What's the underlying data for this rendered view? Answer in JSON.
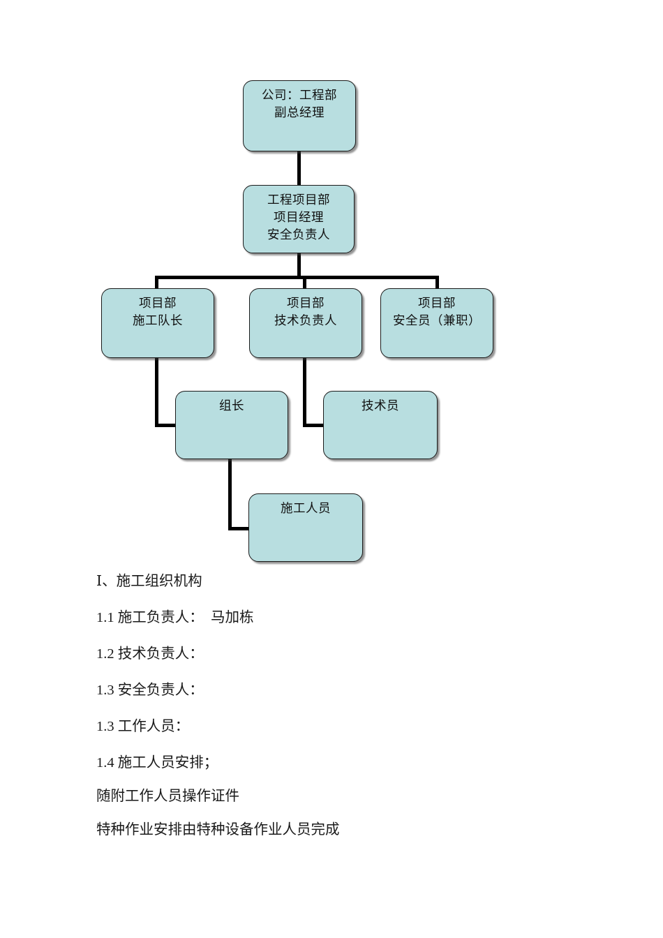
{
  "document": {
    "title": "施工组织机构",
    "page_background": "#ffffff"
  },
  "org_chart": {
    "node_fill": "#b8dee0",
    "node_border": "#1a1a1a",
    "connector_color": "#000000",
    "nodes": [
      {
        "id": "vp",
        "lines": [
          "公司：工程部",
          "副总经理"
        ]
      },
      {
        "id": "project-dept",
        "lines": [
          "工程项目部",
          "项目经理",
          "安全负责人"
        ]
      },
      {
        "id": "team-leader",
        "lines": [
          "项目部",
          "施工队长"
        ]
      },
      {
        "id": "tech-lead",
        "lines": [
          "项目部",
          "技术负责人"
        ]
      },
      {
        "id": "safety-officer",
        "lines": [
          "项目部",
          "安全员（兼职）"
        ]
      },
      {
        "id": "group-leader",
        "lines": [
          "组长"
        ]
      },
      {
        "id": "technician",
        "lines": [
          "技术员"
        ]
      },
      {
        "id": "workers",
        "lines": [
          "施工人员"
        ]
      }
    ]
  },
  "body_text": {
    "paragraphs": [
      "Ⅰ、施工组织机构",
      "1.1 施工负责人：  马加栋",
      "1.2 技术负责人：",
      "1.3 安全负责人：",
      "1.3 工作人员：",
      "1.4 施工人员安排；",
      "随附工作人员操作证件",
      "特种作业安排由特种设备作业人员完成"
    ]
  }
}
